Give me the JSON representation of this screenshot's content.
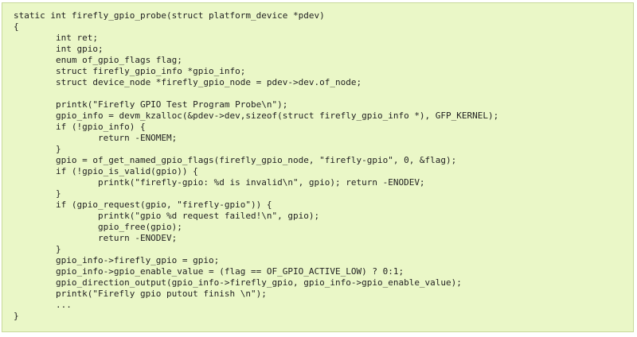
{
  "code": {
    "lines": [
      "static int firefly_gpio_probe(struct platform_device *pdev)",
      "{",
      "        int ret;",
      "        int gpio;",
      "        enum of_gpio_flags flag;",
      "        struct firefly_gpio_info *gpio_info;",
      "        struct device_node *firefly_gpio_node = pdev->dev.of_node;",
      "",
      "        printk(\"Firefly GPIO Test Program Probe\\n\");",
      "        gpio_info = devm_kzalloc(&pdev->dev,sizeof(struct firefly_gpio_info *), GFP_KERNEL);",
      "        if (!gpio_info) {",
      "                return -ENOMEM;",
      "        }",
      "        gpio = of_get_named_gpio_flags(firefly_gpio_node, \"firefly-gpio\", 0, &flag);",
      "        if (!gpio_is_valid(gpio)) {",
      "                printk(\"firefly-gpio: %d is invalid\\n\", gpio); return -ENODEV;",
      "        }",
      "        if (gpio_request(gpio, \"firefly-gpio\")) {",
      "                printk(\"gpio %d request failed!\\n\", gpio);",
      "                gpio_free(gpio);",
      "                return -ENODEV;",
      "        }",
      "        gpio_info->firefly_gpio = gpio;",
      "        gpio_info->gpio_enable_value = (flag == OF_GPIO_ACTIVE_LOW) ? 0:1;",
      "        gpio_direction_output(gpio_info->firefly_gpio, gpio_info->gpio_enable_value);",
      "        printk(\"Firefly gpio putout finish \\n\");",
      "        ...",
      "}"
    ]
  }
}
